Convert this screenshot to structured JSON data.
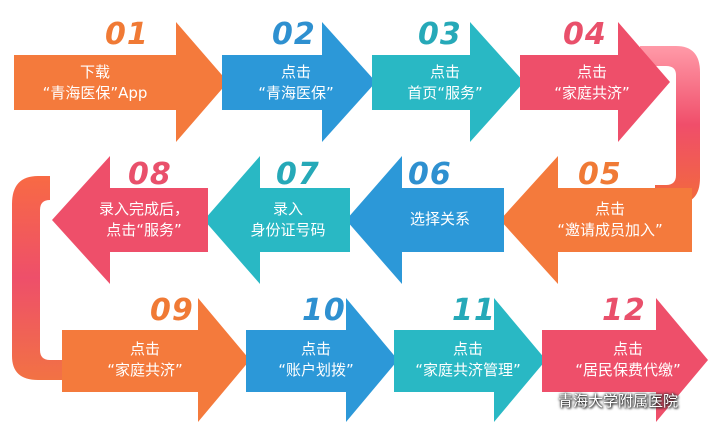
{
  "colors": {
    "orange": "#f47a3c",
    "blue": "#2c98d8",
    "teal": "#29b8c4",
    "pink": "#ee4f6a",
    "number_orange": "#f07a35",
    "number_blue": "#2e90d0",
    "number_teal": "#26a9b8",
    "number_pink": "#e9506b"
  },
  "steps": [
    {
      "number": "01",
      "line1": "下载",
      "line2": "“青海医保”App",
      "color": "orange",
      "icon": "right-arrow"
    },
    {
      "number": "02",
      "line1": "点击",
      "line2": "“青海医保”",
      "color": "blue",
      "icon": "right-arrow"
    },
    {
      "number": "03",
      "line1": "点击",
      "line2": "首页“服务”",
      "color": "teal",
      "icon": "right-arrow"
    },
    {
      "number": "04",
      "line1": "点击",
      "line2": "“家庭共济”",
      "color": "pink",
      "icon": "right-arrow"
    },
    {
      "number": "05",
      "line1": "点击",
      "line2": "“邀请成员加入”",
      "color": "orange",
      "icon": "left-arrow"
    },
    {
      "number": "06",
      "line1": "选择关系",
      "line2": "",
      "color": "blue",
      "icon": "left-arrow"
    },
    {
      "number": "07",
      "line1": "录入",
      "line2": "身份证号码",
      "color": "teal",
      "icon": "left-arrow"
    },
    {
      "number": "08",
      "line1": "录入完成后，",
      "line2": "点击“服务”",
      "color": "pink",
      "icon": "left-arrow"
    },
    {
      "number": "09",
      "line1": "点击",
      "line2": "“家庭共济”",
      "color": "orange",
      "icon": "right-arrow"
    },
    {
      "number": "10",
      "line1": "点击",
      "line2": "“账户划拨”",
      "color": "blue",
      "icon": "right-arrow"
    },
    {
      "number": "11",
      "line1": "点击",
      "line2": "“家庭共济管理”",
      "color": "teal",
      "icon": "right-arrow"
    },
    {
      "number": "12",
      "line1": "点击",
      "line2": "“居民保费代缴”",
      "color": "pink",
      "icon": "right-arrow"
    }
  ],
  "connectors": [
    {
      "from": "04",
      "to": "05",
      "icon": "u-turn-connector-right"
    },
    {
      "from": "08",
      "to": "09",
      "icon": "u-turn-connector-left"
    }
  ],
  "watermark": {
    "text": "青海大学附属医院",
    "icon": "wechat-icon"
  }
}
